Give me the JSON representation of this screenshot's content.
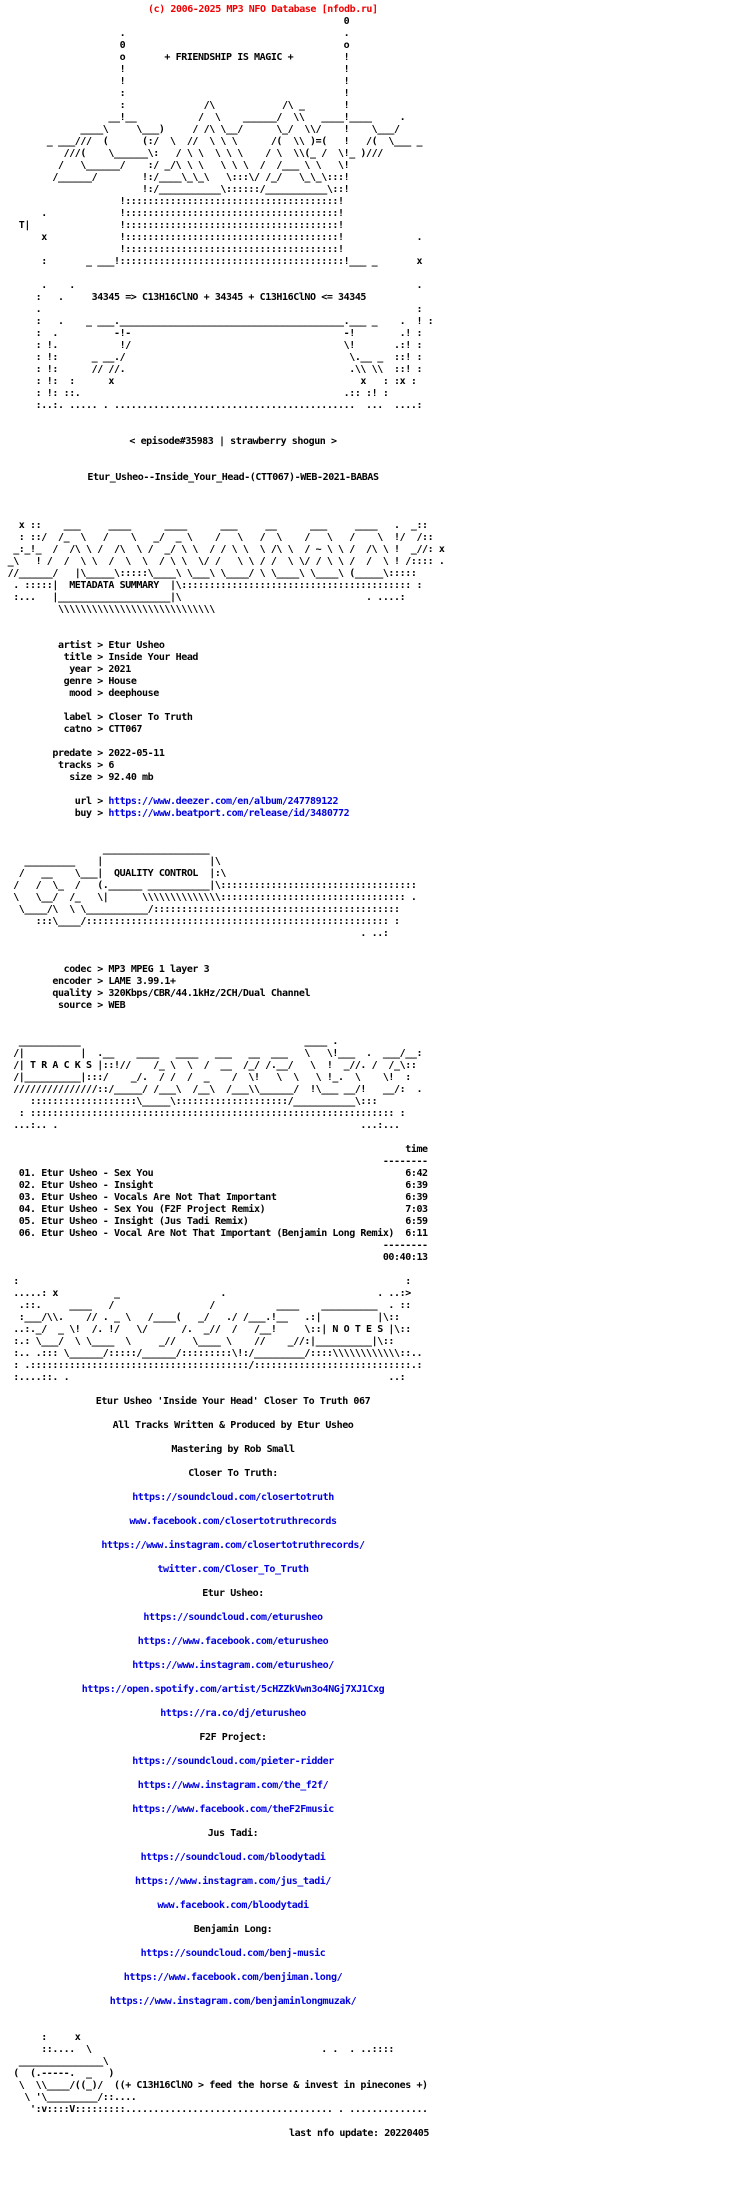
{
  "site": {
    "copyright": "(c) 2006-2025 MP3 NFO Database [nfodb.ru]"
  },
  "colors": {
    "header_red": "#f00000",
    "link_blue": "#0000e0",
    "text": "#000000",
    "background": "#ffffff"
  },
  "release": {
    "episode_tag": "< episode#35983 | strawberry shogun >",
    "dirname": "Etur_Usheo--Inside_Your_Head-(CTT067)-WEB-2021-BABAS"
  },
  "art": {
    "castle": "                                                             0\n                     .                                       .\n                     0                                       o\n                     o       + FRIENDSHIP IS MAGIC +         !\n                     !                                       !\n                     !                                       !\n                     :                                       !\n                     :              /\\            /\\ _       !\n                   __!__           /  \\    ______/  \\\\   ____!____     .\n              ____\\     \\___)     / /\\ \\__/      \\_/  \\\\/    !    \\___/\n        _ ___///  (      (:/  \\  //  \\ \\ \\      /(  \\\\ )=(   !   /(  \\___ _\n           ///(    \\______\\:   / \\ \\  \\ \\ \\    / \\  \\\\(_ /  \\!_ )///\n          /   \\______/    :/ _/\\ \\ \\   \\ \\ \\  /  /___ \\ \\   \\!\n         /______/        !:/____\\_\\_\\   \\:::\\/ /_/   \\_\\_\\:::!\n                         !:/___________\\::::::/___________\\::!\n                     !::::::::::::::::::::::::::::::::::::::!\n       .             !::::::::::::::::::::::::::::::::::::::!\n   T|                !::::::::::::::::::::::::::::::::::::::!\n       x             !::::::::::::::::::::::::::::::::::::::!             .\n                     !::::::::::::::::::::::::::::::::::::::!\n       :       _ ___!::::::::::::::::::::::::::::::::::::::::!___ _       x\n\n       .    .                                                             .\n      :   .     34345 => C13H16ClNO + 34345 + C13H16ClNO <= 34345\n      .                                                                   :\n      :   .    _ ___.________________________________________.___ _    .  ! :\n      :  .          -!-                                      -!        .! :\n      : !.           !/                                      \\!       .:! :\n      : !:      _ __./                                        \\.__ _  ::! :\n      : !:      // //.                                        .\\\\ \\\\  ::! :\n      : !:  :      x                                            x   : :x :\n      : !: ::.                                               .:: :! :\n      :..:. ..... . ...........................................  ...  ....:",
    "metadata_banner": "   x ::    ___     ____      ____      ___     __      ___     ____   .  _::\n   : ::/  /_  \\   /    \\   _/  _ \\    /   \\   /  \\    /   \\   /    \\  !/  /::\n  _:_!_  /  /\\ \\ /  /\\  \\ /  _/ \\ \\  / / \\ \\  \\ /\\ \\  / ~ \\ \\ /  /\\ \\ !  _//: x\n _\\   ! /  /  \\ \\  /  \\  \\  / \\ \\  \\/ /   \\ \\ / /  \\ \\/ / \\ \\ /  /  \\ ! /:::: .\n //______/   |\\_____\\:::::\\____\\ \\___\\ \\____/ \\ \\____\\ \\____\\ (_____\\:::::\n  . :::::|  METADATA SUMMARY  |\\::::::::::::::::::::::::::::::::::::::::: :\n  :...   |____________________|\\                                 . ....:\n          \\\\\\\\\\\\\\\\\\\\\\\\\\\\\\\\\\\\\\\\\\\\\\\\\\\\\\\\",
    "quality_banner": "                  ___________________\n    _________    |                   |\\\n   /   __    \\___|  QUALITY CONTROL  |:\\\n  /   /  \\_  /   (.______ ___________|\\:::::::::::::::::::::::::::::::::::\n  \\   \\__/  /_   \\|      \\\\\\\\\\\\\\\\\\\\\\\\\\\\::::::::::::::::::::::::::::::::: .\n   \\____/\\  \\ \\___________/::::::::::::::::::::::::::::::::::::::::::::\n      :::\\____/:::::::::::::::::::::::::::::::::::::::::::::::::::::: :\n                                                                . ..:",
    "tracks_banner": "   ___________                                        ____ .\n  /|          |  .__    ____   ____   ___   __  ___   \\   \\!___  .  ___/__:\n  /| T R A C K S |::!//    /_ \\  \\  /  __  /_/ /.__/   \\  !  _//. /  /_\\::\n  /|__________|:::/    _/.  / /  /  _    /  \\!   \\  \\   \\ !_.  \\    \\!  :\n  ///////////////::/_____/ /___\\  /__\\  /___\\\\______/  !\\___ __/!   __/:  .\n     :::::::::::::::::::\\_____\\::::::::::::::::::::/___________\\:::\n   : ::::::::::::::::::::::::::::::::::::::::::::::::::::::::::::::::: :\n  ...:.. .                                                      ...:...",
    "notes_banner": "  :                                                                     :\n  .....: x          _                  .                           . ..:>\n   .::.     ____   /                 /           ____    __________  . ::\n   :___/\\\\.    // . _ \\   /____(   _/   ./ /___.!__   .:|          |\\::\n  ..:._/  _ \\!  /. !/   \\/      /.  _//  /   /__!     \\::| N O T E S |\\::\n  :.: \\___/  \\ \\____  \\     _//   \\____ \\    //    _//:|__________|\\::\n  :.. .::: \\______/:::::/______/:::::::::\\!:/_________/::::\\\\\\\\\\\\\\\\\\\\\\\\::..\n  : .:::::::::::::::::::::::::::::::::::::::/::::::::::::::::::::::::::::.:\n  :....::. .                                                         ..:",
    "horse": "       :     x\n       ::....  \\                                         . .  . ..::::\n   _______________\\\n  (  (.-----.  _   )\n   \\  \\\\____/((_)/  ((+ C13H16ClNO > feed the horse & invest in pinecones +)\n    \\ '\\_________/::....\n     ':v::::V:::::::::..................................... . .............."
  },
  "metadata": {
    "fields": [
      {
        "key": "artist",
        "value": "Etur Usheo"
      },
      {
        "key": "title",
        "value": "Inside Your Head"
      },
      {
        "key": "year",
        "value": "2021"
      },
      {
        "key": "genre",
        "value": "House"
      },
      {
        "key": "mood",
        "value": "deephouse"
      },
      null,
      {
        "key": "label",
        "value": "Closer To Truth"
      },
      {
        "key": "catno",
        "value": "CTT067"
      },
      null,
      {
        "key": "predate",
        "value": "2022-05-11"
      },
      {
        "key": "tracks",
        "value": "6"
      },
      {
        "key": "size",
        "value": "92.40 mb"
      },
      null,
      {
        "key": "url",
        "value": "https://www.deezer.com/en/album/247789122",
        "link": true
      },
      {
        "key": "buy",
        "value": "https://www.beatport.com/release/id/3480772",
        "link": true
      }
    ]
  },
  "encoding": {
    "fields": [
      {
        "key": "codec",
        "value": "MP3 MPEG 1 layer 3"
      },
      {
        "key": "encoder",
        "value": "LAME 3.99.1+"
      },
      {
        "key": "quality",
        "value": "320Kbps/CBR/44.1kHz/2CH/Dual Channel"
      },
      {
        "key": "source",
        "value": "WEB"
      }
    ]
  },
  "tracklist": {
    "time_label": "time",
    "ruler": "--------",
    "total": "00:40:13",
    "items": [
      {
        "num": "01",
        "artist": "Etur Usheo",
        "title": "Sex You",
        "time": "6:42"
      },
      {
        "num": "02",
        "artist": "Etur Usheo",
        "title": "Insight",
        "time": "6:39"
      },
      {
        "num": "03",
        "artist": "Etur Usheo",
        "title": "Vocals Are Not That Important",
        "time": "6:39"
      },
      {
        "num": "04",
        "artist": "Etur Usheo",
        "title": "Sex You (F2F Project Remix)",
        "time": "7:03"
      },
      {
        "num": "05",
        "artist": "Etur Usheo",
        "title": "Insight (Jus Tadi Remix)",
        "time": "6:59"
      },
      {
        "num": "06",
        "artist": "Etur Usheo",
        "title": "Vocal Are Not That Important (Benjamin Long Remix)",
        "time": "6:11"
      }
    ]
  },
  "notes": {
    "lines": [
      {
        "text": "Etur Usheo 'Inside Your Head' Closer To Truth 067",
        "link": false
      },
      {
        "text": "All Tracks Written & Produced by Etur Usheo",
        "link": false
      },
      {
        "text": "Mastering by Rob Small",
        "link": false
      },
      {
        "text": "Closer To Truth:",
        "link": false
      },
      {
        "text": "https://soundcloud.com/closertotruth",
        "link": true
      },
      {
        "text": "www.facebook.com/closertotruthrecords",
        "link": true
      },
      {
        "text": "https://www.instagram.com/closertotruthrecords/",
        "link": true
      },
      {
        "text": "twitter.com/Closer_To_Truth",
        "link": true
      },
      {
        "text": "Etur Usheo:",
        "link": false
      },
      {
        "text": "https://soundcloud.com/eturusheo",
        "link": true
      },
      {
        "text": "https://www.facebook.com/eturusheo",
        "link": true
      },
      {
        "text": "https://www.instagram.com/eturusheo/",
        "link": true
      },
      {
        "text": "https://open.spotify.com/artist/5cHZZkVwn3o4NGj7XJ1Cxg",
        "link": true
      },
      {
        "text": "https://ra.co/dj/eturusheo",
        "link": true
      },
      {
        "text": "F2F Project:",
        "link": false
      },
      {
        "text": "https://soundcloud.com/pieter-ridder",
        "link": true
      },
      {
        "text": "https://www.instagram.com/the_f2f/",
        "link": true
      },
      {
        "text": "https://www.facebook.com/theF2Fmusic",
        "link": true
      },
      {
        "text": "Jus Tadi:",
        "link": false
      },
      {
        "text": "https://soundcloud.com/bloodytadi",
        "link": true
      },
      {
        "text": "https://www.instagram.com/jus_tadi/",
        "link": true
      },
      {
        "text": "www.facebook.com/bloodytadi",
        "link": true
      },
      {
        "text": "Benjamin Long:",
        "link": false
      },
      {
        "text": "https://soundcloud.com/benj-music",
        "link": true
      },
      {
        "text": "https://www.facebook.com/benjiman.long/",
        "link": true
      },
      {
        "text": "https://www.instagram.com/benjaminlongmuzak/",
        "link": true
      }
    ]
  },
  "footer": {
    "last_update": "last nfo update: 20220405"
  }
}
